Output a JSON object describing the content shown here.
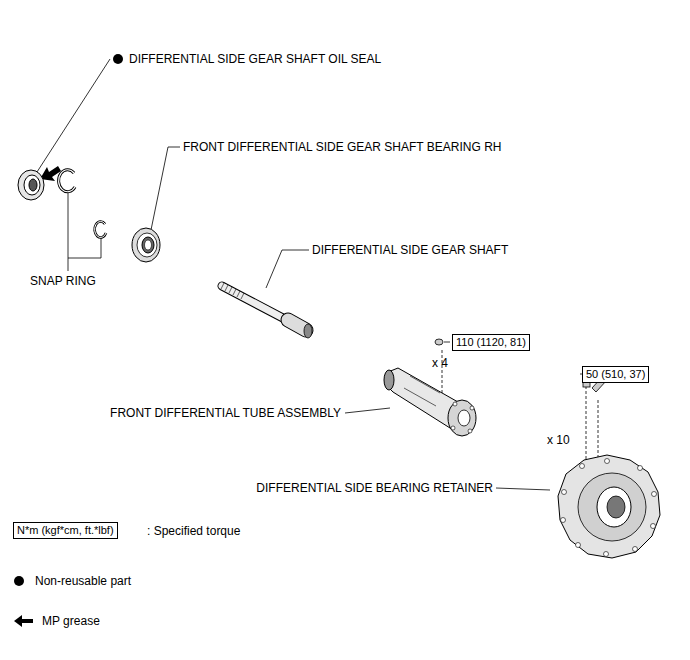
{
  "diagram": {
    "nodes": [
      {
        "text": [
          "110 (1120, 81)"
        ]
      },
      {
        "text": [
          "50 (510, 37)"
        ]
      },
      {
        "text": [
          "N*m (kgf*cm, ft.*lbf)"
        ]
      }
    ],
    "labels": [
      "DIFFERENTIAL SIDE GEAR SHAFT OIL SEAL",
      "FRONT DIFFERENTIAL SIDE GEAR SHAFT BEARING RH",
      "SNAP RING",
      "DIFFERENTIAL SIDE GEAR SHAFT",
      "x 4",
      "FRONT DIFFERENTIAL TUBE ASSEMBLY",
      "x 10",
      "DIFFERENTIAL SIDE BEARING RETAINER"
    ],
    "legend": [
      {
        "text": ": Specified torque"
      },
      {
        "text": "Non-reusable part"
      },
      {
        "text": "MP grease"
      }
    ]
  }
}
